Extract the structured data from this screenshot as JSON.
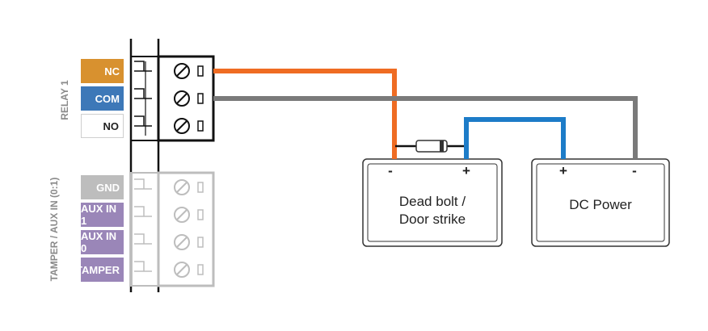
{
  "relay": {
    "group_label": "RELAY 1",
    "pins": [
      {
        "label": "NC",
        "color": "#d8912f"
      },
      {
        "label": "COM",
        "color": "#3d78b8"
      },
      {
        "label": "NO",
        "color": "#ffffff"
      }
    ]
  },
  "tamper": {
    "group_label": "TAMPER / AUX IN (0:1)",
    "pins": [
      {
        "label": "GND",
        "color": "#bdbdbd"
      },
      {
        "label": "AUX IN 1",
        "color": "#9a86b8"
      },
      {
        "label": "AUX IN 0",
        "color": "#9a86b8"
      },
      {
        "label": "TAMPER",
        "color": "#9a86b8"
      }
    ]
  },
  "dead_bolt": {
    "line1": "Dead bolt /",
    "line2": "Door strike",
    "minus": "-",
    "plus": "+"
  },
  "dc_power": {
    "label": "DC Power",
    "plus": "+",
    "minus": "-"
  },
  "wire_colors": {
    "orange": "#ef6c23",
    "gray": "#7a7a7a",
    "blue": "#1d7cc8"
  }
}
